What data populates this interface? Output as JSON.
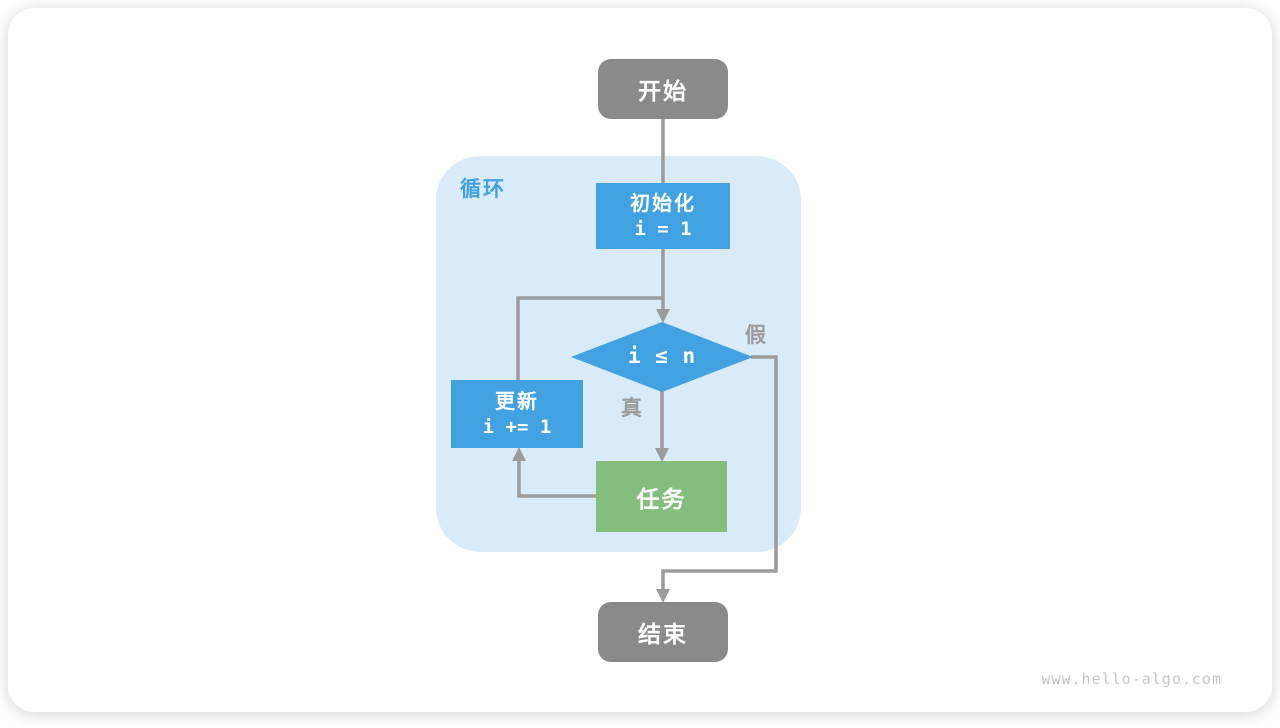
{
  "diagram": {
    "nodes": {
      "start": {
        "label": "开始"
      },
      "init": {
        "title": "初始化",
        "code": "i = 1"
      },
      "condition": {
        "expr": "i ≤ n"
      },
      "update": {
        "title": "更新",
        "code": "i += 1"
      },
      "task": {
        "label": "任务"
      },
      "end": {
        "label": "结束"
      }
    },
    "loop_region": {
      "label": "循环"
    },
    "edge_labels": {
      "true_label": "真",
      "false_label": "假"
    }
  },
  "watermark": "www.hello-algo.com",
  "colors": {
    "blue": "#41A1E1",
    "light_blue": "#D9EAF8",
    "green": "#84BE7E",
    "gray_node": "#8A8A8A",
    "line": "#9B9B9B",
    "label_gray": "#9B9B9B",
    "watermark_gray": "#C6C6C6"
  }
}
